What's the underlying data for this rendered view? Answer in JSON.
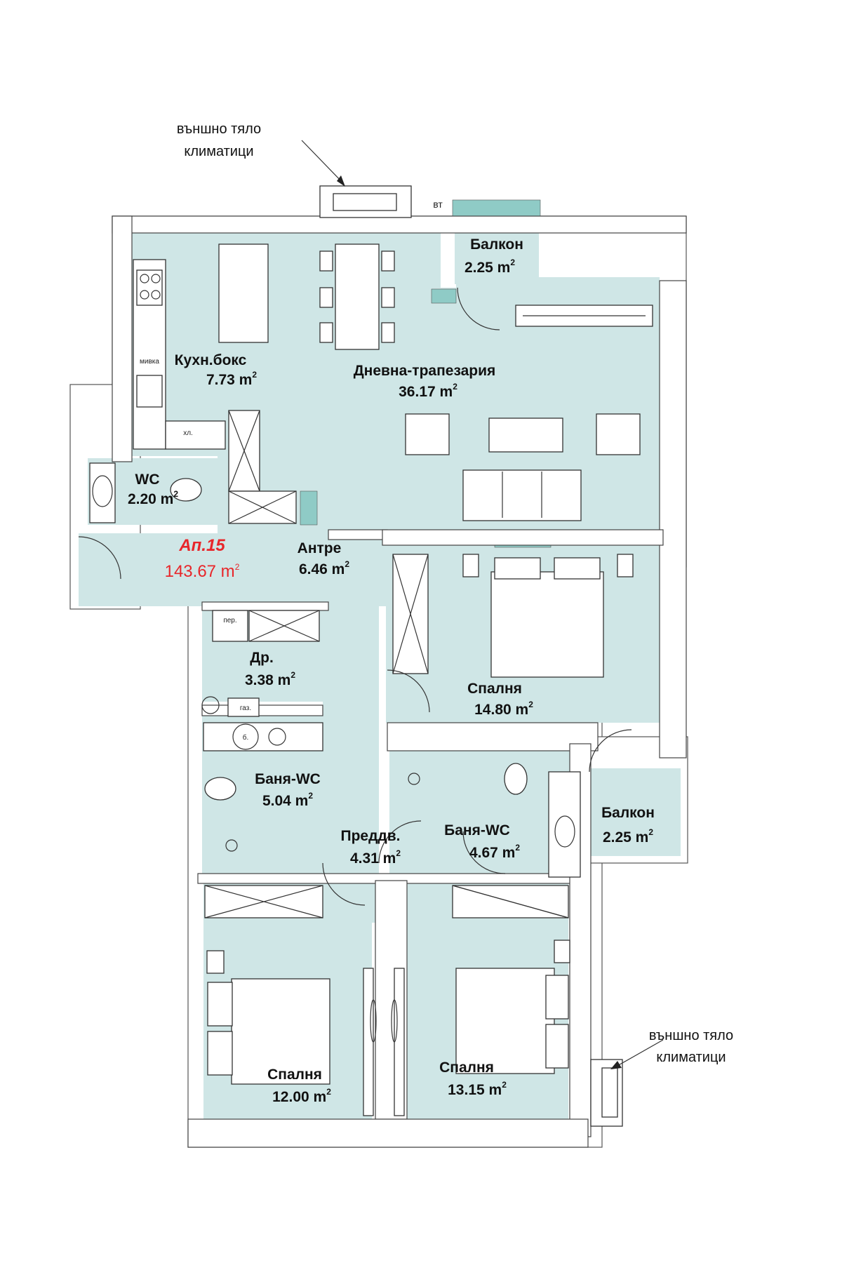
{
  "apartment": {
    "name": "Ап.15",
    "area": "143.67 m",
    "area_sup": "2",
    "accent_color": "#e8262a"
  },
  "colors": {
    "floor": "#cfe6e6",
    "wall": "#ffffff",
    "tile": "#8fcbc6",
    "stroke": "#333333"
  },
  "rooms": {
    "kitchen": {
      "name": "Кухн.бокс",
      "area": "7.73  m"
    },
    "living": {
      "name": "Дневна-трапезария",
      "area": "36.17  m"
    },
    "balcony_top": {
      "name": "Балкон",
      "area": "2.25  m"
    },
    "wc": {
      "name": "WC",
      "area": "2.20  m"
    },
    "entrance": {
      "name": "Антре",
      "area": "6.46  m"
    },
    "bedroom_main": {
      "name": "Спалня",
      "area": "14.80  m"
    },
    "storage": {
      "name": "Др.",
      "area": "3.38  m"
    },
    "bath1": {
      "name": "Баня-WC",
      "area": "5.04  m"
    },
    "hall": {
      "name": "Преддв.",
      "area": "4.31  m"
    },
    "bath2": {
      "name": "Баня-WC",
      "area": "4.67  m"
    },
    "balcony_right": {
      "name": "Балкон",
      "area": "2.25  m"
    },
    "bedroom_left": {
      "name": "Спалня",
      "area": "12.00  m"
    },
    "bedroom_right": {
      "name": "Спалня",
      "area": "13.15  m"
    }
  },
  "sup2": "2",
  "notes": {
    "ac_top_line1": "външно тяло",
    "ac_top_line2": "климатици",
    "ac_bottom_line1": "външно тяло",
    "ac_bottom_line2": "климатици",
    "vt": "вт"
  },
  "fixtures": {
    "sink": "мивка",
    "fridge": "хл.",
    "washer": "пер.",
    "boiler": "б.",
    "gas": "газ."
  }
}
